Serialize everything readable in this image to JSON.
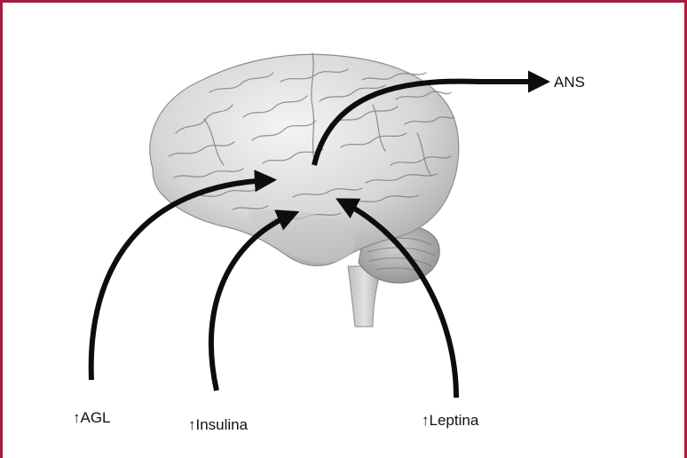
{
  "labels": {
    "ans": "ANS",
    "agl": "↑AGL",
    "insulina": "↑Insulina",
    "leptina": "↑Leptina"
  },
  "colors": {
    "frame": "#b0183e",
    "arrow": "#0d0d0d",
    "brain_light": "#e9e9e9",
    "brain_shadow": "#9a9a9a",
    "brain_line": "#7d7d7d"
  },
  "icons": {
    "brain": "brain-illustration",
    "arrows": "arrow-icon"
  }
}
